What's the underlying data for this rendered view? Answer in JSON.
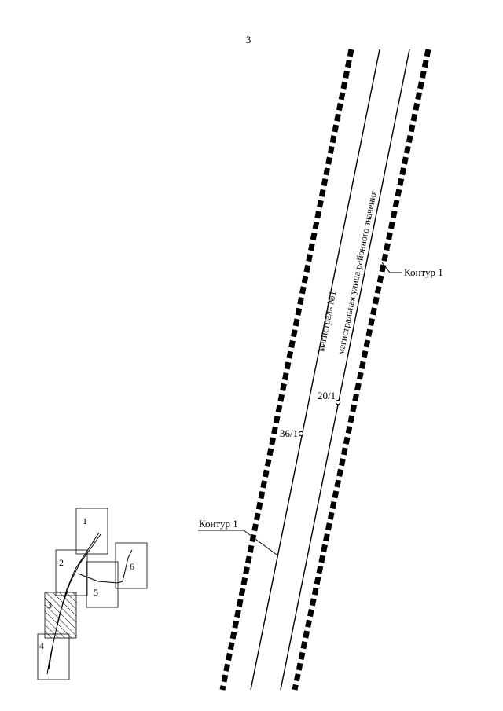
{
  "page_number": "3",
  "labels": {
    "street_1": "магистраль №1",
    "street_2": "магистральная улица районного значения",
    "point_a": "36/1",
    "point_b": "20/1",
    "contour_right": "Контур 1",
    "contour_left": "Контур 1"
  },
  "index_map": {
    "sheets": [
      "1",
      "2",
      "3",
      "4",
      "5",
      "6"
    ],
    "highlighted_sheet": "3"
  },
  "colors": {
    "line": "#000000",
    "background": "#ffffff"
  }
}
